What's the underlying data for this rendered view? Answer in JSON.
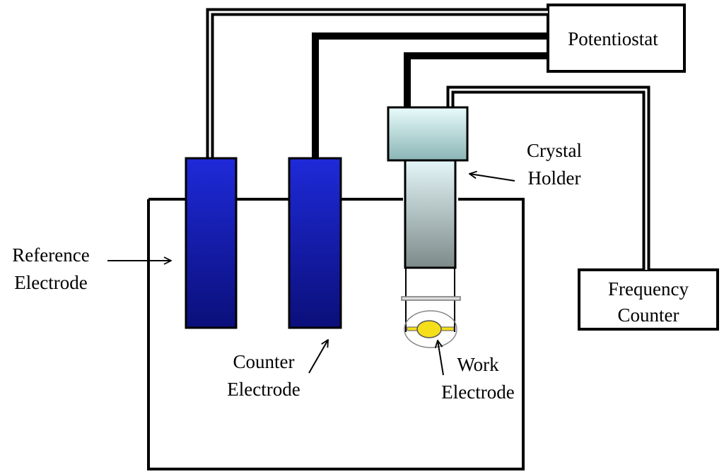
{
  "labels": {
    "potentiostat": "Potentiostat",
    "crystal_holder": [
      "Crystal",
      "Holder"
    ],
    "reference_electrode": [
      "Reference",
      "Electrode"
    ],
    "counter_electrode": [
      "Counter",
      "Electrode"
    ],
    "work_electrode": [
      "Work",
      "Electrode"
    ],
    "frequency_counter": [
      "Frequency",
      "Counter"
    ]
  },
  "colors": {
    "electrode_dark": "#0b0f7a",
    "electrode_light": "#1e2ad8",
    "holder_cap_top": "#e9fbfb",
    "holder_cap_bottom": "#8ab5b5",
    "holder_body_top": "#e4f6f8",
    "holder_body_bottom": "#7d8a8a",
    "work_electrode": "#f5df1a",
    "line": "#000000"
  }
}
